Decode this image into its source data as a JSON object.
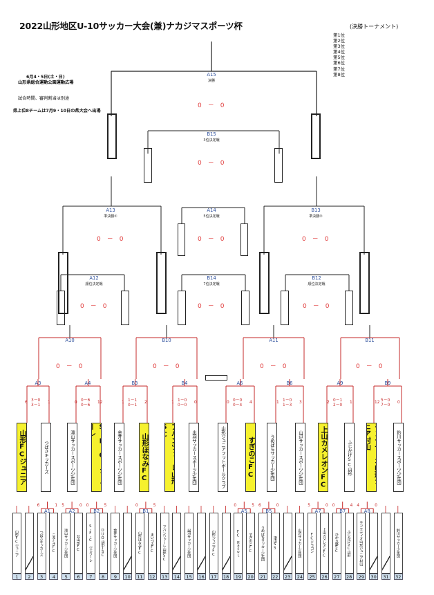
{
  "header": {
    "title": "2022山形地区U-10サッカー大会(兼)ナカジマスポーツ杯",
    "subtitle": "(決勝トーナメント)",
    "ranks": [
      "第1位",
      "第2位",
      "第3位",
      "第4位",
      "第5位",
      "第6位",
      "第7位",
      "第8位"
    ],
    "date": "6月4・5日(土・日)",
    "venue": "山形県総合運動公園運動広場",
    "note": "試合時間、審判割当は別途",
    "qualify_note": "県上位8チームは7月9・10日の県大会へ出場"
  },
  "matches": {
    "A15": {
      "label": "A15",
      "name": "決勝",
      "score": "0　－　0"
    },
    "B15": {
      "label": "B15",
      "name": "3位決定戦",
      "score": "0　－　0"
    },
    "A13": {
      "label": "A13",
      "name": "準決勝①",
      "score": "0　－　0"
    },
    "B13": {
      "label": "B13",
      "name": "準決勝②",
      "score": "0　－　0"
    },
    "A14": {
      "label": "A14",
      "name": "5位決定戦",
      "score": "0　－　0"
    },
    "A12": {
      "label": "A12",
      "name": "順位決定戦",
      "score": "0　－　0"
    },
    "B12": {
      "label": "B12",
      "name": "順位決定戦",
      "score": "0　－　0"
    },
    "B14": {
      "label": "B14",
      "name": "7位決定戦",
      "score": "0　－　0"
    },
    "A10": {
      "label": "A10",
      "score": "0　－　0"
    },
    "B10": {
      "label": "B10",
      "score": "0　－　0"
    },
    "A11": {
      "label": "A11",
      "score": "0　－　0"
    },
    "B11": {
      "label": "B11",
      "score": "0　－　0"
    },
    "A3": {
      "label": "A3",
      "l": "6",
      "r": "1",
      "sub": "3－0\n3－1"
    },
    "A4": {
      "label": "A4",
      "l": "0",
      "r": "12",
      "sub": "0－6\n0－6"
    },
    "B3": {
      "label": "B3",
      "l": "1",
      "r": "2",
      "sub": "1－1\n0－1"
    },
    "B4": {
      "label": "B4",
      "l": "1",
      "r": "0",
      "sub": "1－0\n0－0"
    },
    "A6": {
      "label": "A6",
      "l": "0",
      "r": "4",
      "sub": "0－0\n0－4"
    },
    "B6": {
      "label": "B6",
      "l": "1",
      "r": "3",
      "sub": "1－0\n1－3"
    },
    "A9": {
      "label": "A9",
      "l": "2",
      "r": "1",
      "sub": "0－1\n2－0"
    },
    "B9": {
      "label": "B9",
      "l": "12",
      "r": "0",
      "sub": "5－0\n7－0"
    }
  },
  "round1": {
    "A1": {
      "label": "A1",
      "l": "6",
      "r": "1"
    },
    "A2": {
      "label": "A2",
      "l": "5",
      "r": "0"
    },
    "B1": {
      "label": "B1",
      "l": "0",
      "r": "5"
    },
    "B2": {
      "label": "B2",
      "l": "0",
      "r": "5"
    },
    "A5": {
      "label": "A5",
      "l": "0",
      "r": "5"
    },
    "B5": {
      "label": "B5",
      "l": "6",
      "r": "0"
    },
    "A7": {
      "label": "A7",
      "l": "5",
      "r": "0"
    },
    "B7": {
      "label": "B7",
      "l": "0",
      "r": "4"
    },
    "A8": {
      "label": "A8",
      "l": "4",
      "r": "0"
    }
  },
  "teams": [
    {
      "name": "山形FCジュニア",
      "hl": true
    },
    {
      "name": "つばさキッカーズ",
      "hl": false
    },
    {
      "name": "滝山サッカースポーツ少年団",
      "hl": false
    },
    {
      "name": "S・F・C ジェラーレ",
      "hl": true
    },
    {
      "name": "金井サッカースポーツ少年団",
      "hl": false
    },
    {
      "name": "山形ほなみFC",
      "hl": true
    },
    {
      "name": "アバンツァーレ山形SC",
      "hl": true
    },
    {
      "name": "出羽サッカースポーツ少年団",
      "hl": false
    },
    {
      "name": "山形ジュニアフットボールクラブ",
      "hl": false
    },
    {
      "name": "すぎのこFC",
      "hl": true
    },
    {
      "name": "うめばちサッカー少年団",
      "hl": false
    },
    {
      "name": "山辺サッカースポーツ少年団",
      "hl": false
    },
    {
      "name": "上山カメレオンFC",
      "hl": true
    },
    {
      "name": "ふじかげSC山形",
      "hl": false
    },
    {
      "name": "モンテディオ山形ジュニア村山",
      "hl": true
    },
    {
      "name": "鈴川サッカースポーツ少年団",
      "hl": false
    }
  ],
  "slots": [
    "山形FCジュニア",
    "",
    "つばさキッカーズ",
    "こまくさFC",
    "滝山サッカー少年団",
    "北山形FC",
    "S・F・C ジェラーレ",
    "DUO山形JSC",
    "金井サッカー少年団",
    "",
    "山形ほなみFC",
    "まいづるFC",
    "アバンツァーレ山形SC",
    "",
    "出羽サッカー少年団",
    "",
    "山形ジュニアFC",
    "",
    "FC　Ｒａｓｏｌ",
    "すぎのこFC",
    "うめばちサッカー少年団",
    "津山SS",
    "",
    "山辺サッカー少年団",
    "FCドラゴン",
    "上山カメレオンFC",
    "ひかり野SC",
    "ふじかげSC山形",
    "モンテディオ山形ジュニア村山",
    "",
    "",
    "鈴川サッカー少年団"
  ],
  "numbers": [
    "1",
    "2",
    "3",
    "4",
    "5",
    "6",
    "7",
    "8",
    "9",
    "10",
    "11",
    "12",
    "13",
    "14",
    "15",
    "16",
    "17",
    "18",
    "19",
    "20",
    "21",
    "22",
    "23",
    "24",
    "25",
    "26",
    "27",
    "28",
    "29",
    "30",
    "31",
    "32"
  ]
}
